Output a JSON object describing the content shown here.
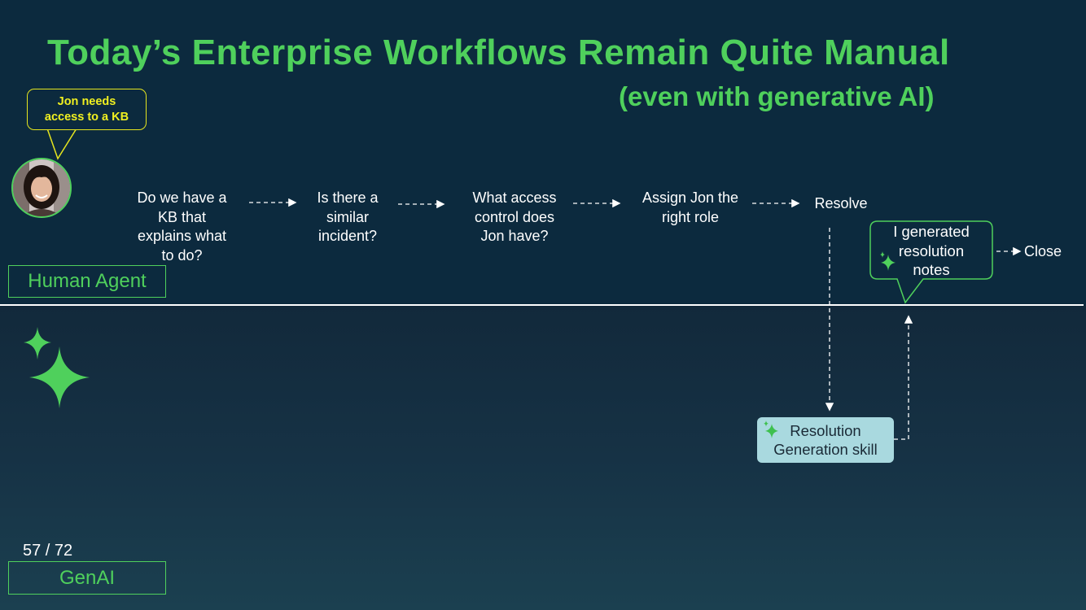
{
  "title": "Today’s Enterprise Workflows Remain Quite Manual",
  "subtitle": "(even with generative AI)",
  "speech_bubble": {
    "line1": "Jon needs",
    "line2": "access to a KB"
  },
  "steps": [
    {
      "lines": [
        "Do we have a",
        "KB that",
        "explains what",
        "to do?"
      ]
    },
    {
      "lines": [
        "Is there a",
        "similar",
        "incident?"
      ]
    },
    {
      "lines": [
        "What access",
        "control does",
        "Jon have?"
      ]
    },
    {
      "lines": [
        "Assign Jon the",
        "right role"
      ]
    },
    {
      "lines": [
        "Resolve"
      ]
    }
  ],
  "notes_bubble": {
    "lines": [
      "I generated",
      "resolution",
      "notes"
    ]
  },
  "close_label": "Close",
  "skill_box": {
    "line1": "Resolution",
    "line2": "Generation skill"
  },
  "lanes": {
    "human": "Human Agent",
    "genai": "GenAI"
  },
  "page_number": "57 / 72",
  "colors": {
    "background": "#0c2a3e",
    "accent_green": "#4fd05c",
    "bubble_yellow": "#e5e51f",
    "skill_box": "#a9d9df"
  },
  "icons": [
    "sparkle-icon",
    "avatar-photo"
  ]
}
